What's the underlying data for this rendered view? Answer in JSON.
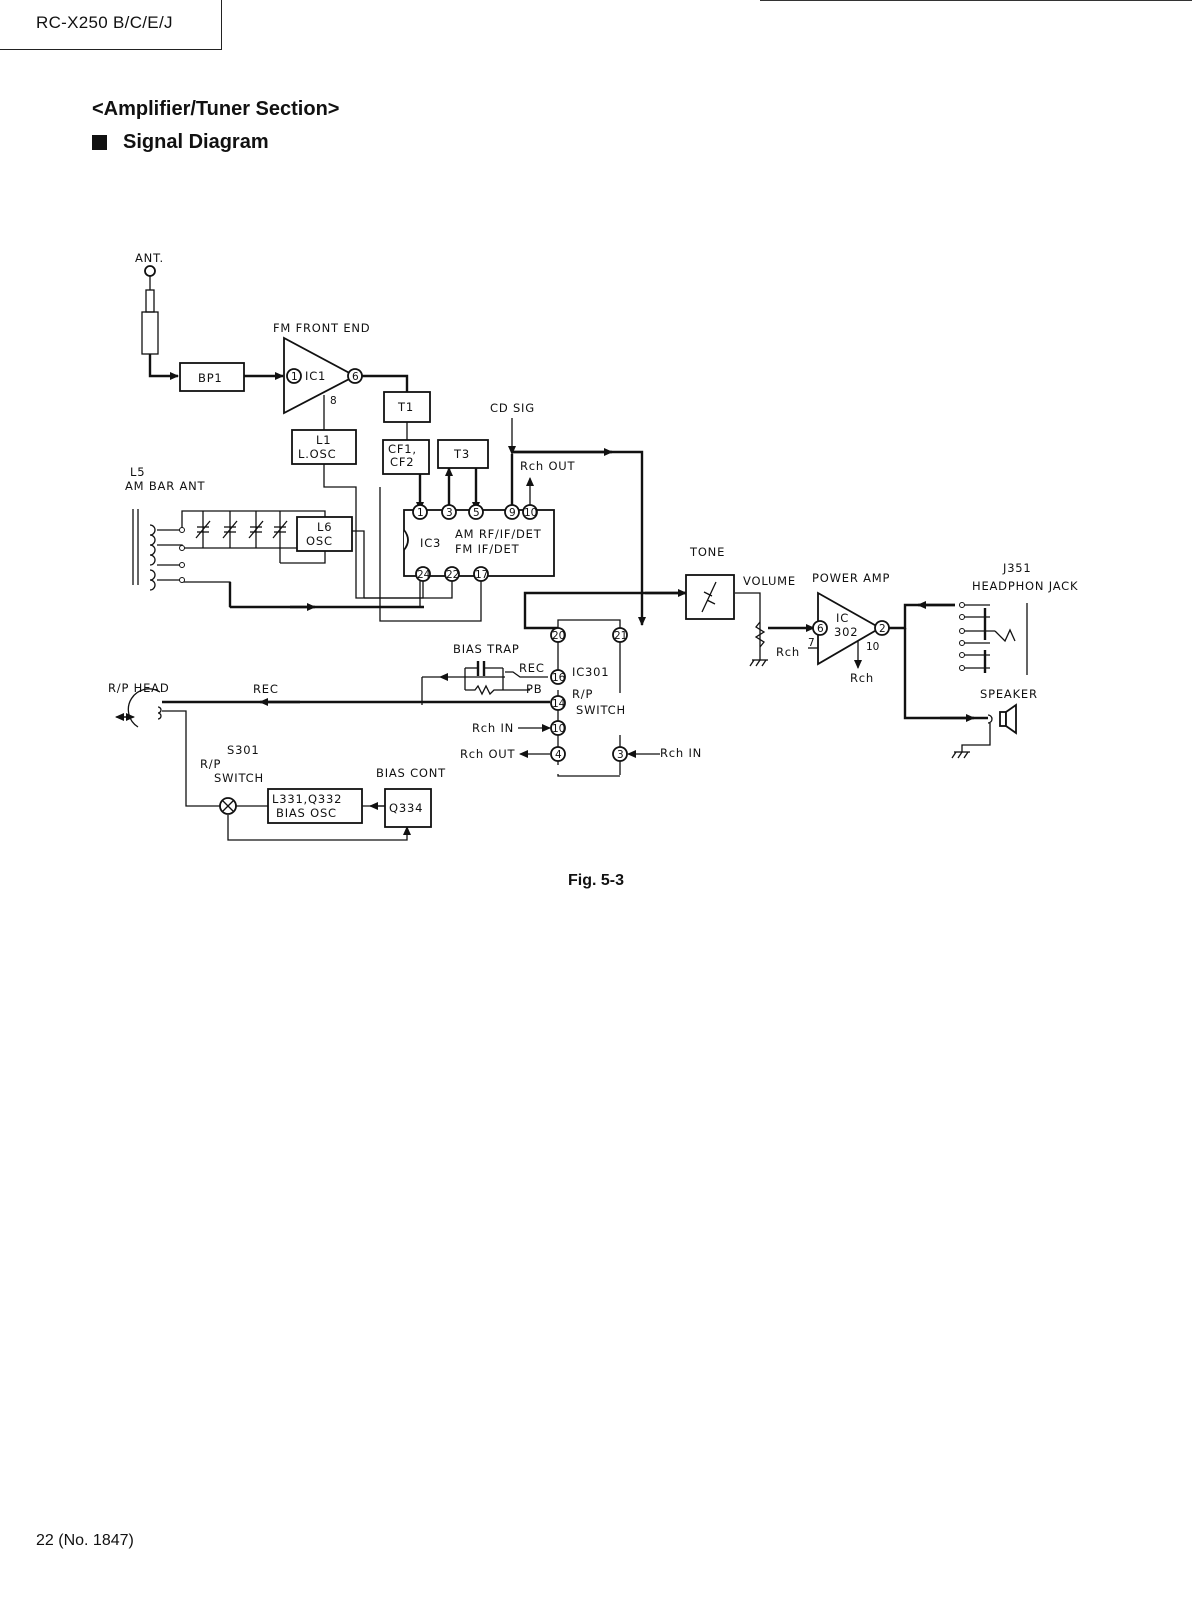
{
  "header": {
    "model": "RC-X250 B/C/E/J"
  },
  "section_title": "<Amplifier/Tuner Section>",
  "subtitle": "Signal Diagram",
  "diagram": {
    "labels": {
      "ant": "ANT.",
      "fm_front_end": "FM FRONT END",
      "bp1": "BP1",
      "ic1": "IC1",
      "ic1_pin1": "1",
      "ic1_pin6": "6",
      "ic1_pin8": "8",
      "t1": "T1",
      "l1_a": "L1",
      "l1_b": "L.OSC",
      "cf_a": "CF1,",
      "cf_b": "CF2",
      "t3": "T3",
      "cd_sig": "CD SIG",
      "rch_out_top": "Rch OUT",
      "l5": "L5",
      "am_bar_ant": "AM BAR ANT",
      "l6_a": "L6",
      "l6_b": "OSC",
      "ic3_name": "IC3",
      "ic3_l1": "AM RF/IF/DET",
      "ic3_l2": "FM IF/DET",
      "ic3_p1": "1",
      "ic3_p3": "3",
      "ic3_p5": "5",
      "ic3_p9": "9",
      "ic3_p10": "10",
      "ic3_p24": "24",
      "ic3_p22": "22",
      "ic3_p17": "17",
      "tone": "TONE",
      "volume": "VOLUME",
      "power_amp": "POWER AMP",
      "ic302_a": "IC",
      "ic302_b": "302",
      "ic302_p6": "6",
      "ic302_p2": "2",
      "ic302_p7": "7",
      "ic302_p10": "10",
      "rch_ic302_in": "Rch",
      "rch_ic302_out": "Rch",
      "j351": "J351",
      "headphone_jack": "HEADPHON JACK",
      "speaker": "SPEAKER",
      "bias_trap": "BIAS TRAP",
      "rec_small": "REC",
      "pb": "PB",
      "ic301": "IC301",
      "rp_switch_a": "R/P",
      "rp_switch_b": "SWITCH",
      "ic301_p20": "20",
      "ic301_p21": "21",
      "ic301_p16": "16",
      "ic301_p14": "14",
      "ic301_p10": "10",
      "ic301_p4": "4",
      "ic301_p3": "3",
      "rch_in_left": "Rch IN",
      "rch_out_left": "Rch OUT",
      "rch_in_right": "Rch IN",
      "rp_head": "R/P HEAD",
      "rec_big": "REC",
      "s301": "S301",
      "s301_rp": "R/P",
      "s301_switch": "SWITCH",
      "bias_osc_a": "L331,Q332",
      "bias_osc_b": "BIAS OSC",
      "bias_cont": "BIAS CONT",
      "q334": "Q334"
    }
  },
  "figure_caption": "Fig. 5-3",
  "footer": {
    "page": "22 (No. 1847)"
  }
}
